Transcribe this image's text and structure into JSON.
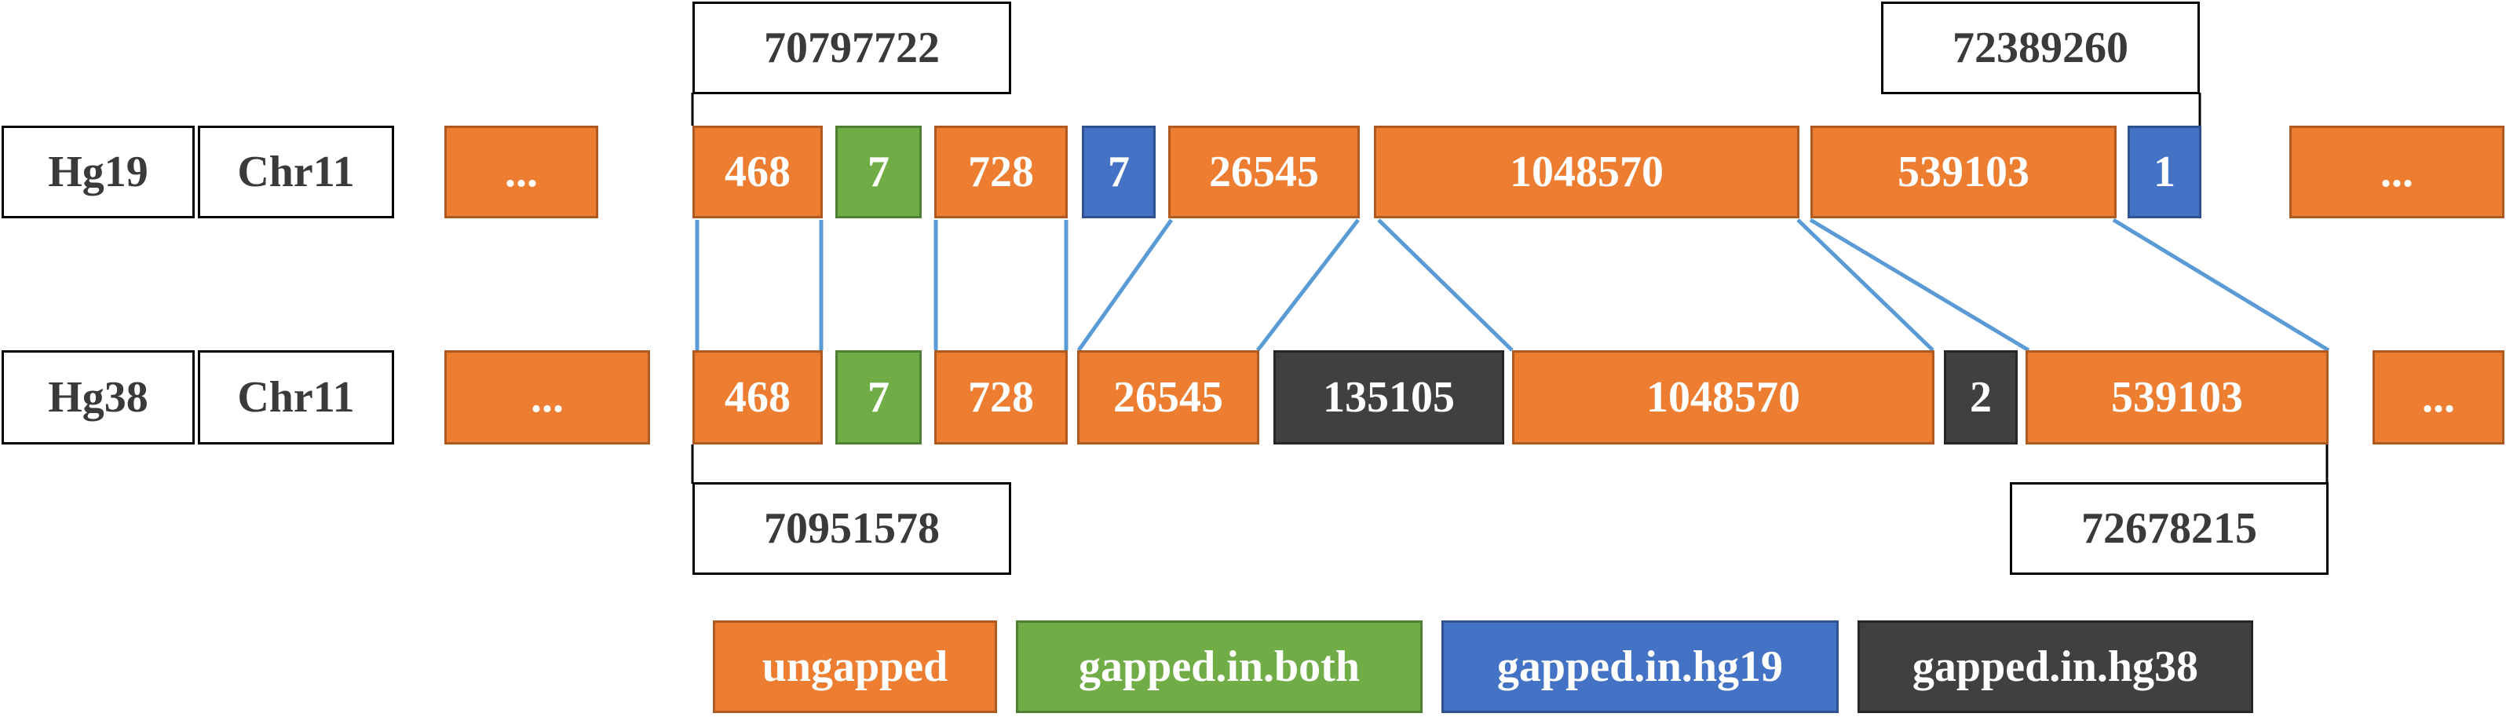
{
  "colors": {
    "ungapped": "#ED7D31",
    "gapped_in_both": "#70AD47",
    "gapped_in_hg19": "#4472C4",
    "gapped_in_hg38": "#404040",
    "link": "#5B9BD5"
  },
  "hg19": {
    "assembly": "Hg19",
    "chromosome": "Chr11",
    "start": "70797722",
    "end": "72389260",
    "blocks": [
      {
        "label": "...",
        "type": "ungapped"
      },
      {
        "label": "468",
        "type": "ungapped"
      },
      {
        "label": "7",
        "type": "gapped_in_both"
      },
      {
        "label": "728",
        "type": "ungapped"
      },
      {
        "label": "7",
        "type": "gapped_in_hg19"
      },
      {
        "label": "26545",
        "type": "ungapped"
      },
      {
        "label": "1048570",
        "type": "ungapped"
      },
      {
        "label": "539103",
        "type": "ungapped"
      },
      {
        "label": "1",
        "type": "gapped_in_hg19"
      },
      {
        "label": "...",
        "type": "ungapped"
      }
    ]
  },
  "hg38": {
    "assembly": "Hg38",
    "chromosome": "Chr11",
    "start": "70951578",
    "end": "72678215",
    "blocks": [
      {
        "label": "...",
        "type": "ungapped"
      },
      {
        "label": "468",
        "type": "ungapped"
      },
      {
        "label": "7",
        "type": "gapped_in_both"
      },
      {
        "label": "728",
        "type": "ungapped"
      },
      {
        "label": "26545",
        "type": "ungapped"
      },
      {
        "label": "135105",
        "type": "gapped_in_hg38"
      },
      {
        "label": "1048570",
        "type": "ungapped"
      },
      {
        "label": "2",
        "type": "gapped_in_hg38"
      },
      {
        "label": "539103",
        "type": "ungapped"
      },
      {
        "label": "...",
        "type": "ungapped"
      }
    ]
  },
  "legend": [
    {
      "label": "ungapped",
      "type": "ungapped"
    },
    {
      "label": "gapped.in.both",
      "type": "gapped_in_both"
    },
    {
      "label": "gapped.in.hg19",
      "type": "gapped_in_hg19"
    },
    {
      "label": "gapped.in.hg38",
      "type": "gapped_in_hg38"
    }
  ]
}
